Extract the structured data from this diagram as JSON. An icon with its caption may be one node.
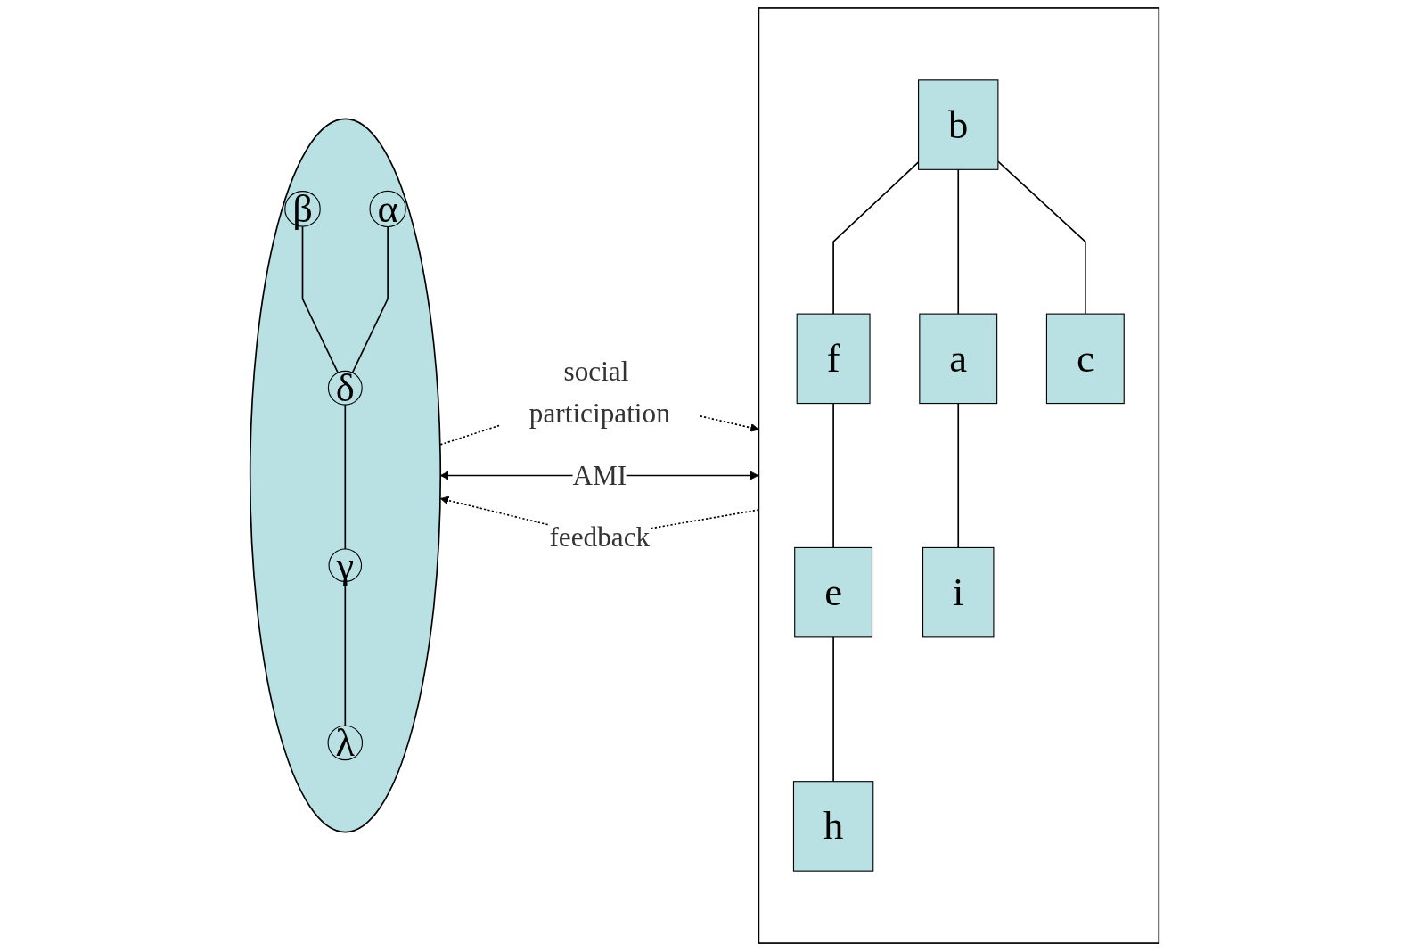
{
  "diagram": {
    "nodes": [
      {
        "text": [],
        "shape": "box"
      },
      {
        "text": [
          "b"
        ],
        "in": 0
      },
      {
        "text": [
          "f"
        ],
        "in": 0
      },
      {
        "text": [
          "e"
        ],
        "in": 0
      },
      {
        "text": [
          "a"
        ],
        "in": 0
      },
      {
        "text": [
          "c"
        ],
        "in": 0
      },
      {
        "text": [
          "h"
        ],
        "in": 0
      },
      {
        "text": [
          "i"
        ],
        "in": 0
      },
      {
        "text": [],
        "shape": "circle"
      },
      {
        "text": [
          "β"
        ],
        "in": 8
      },
      {
        "text": [
          "α"
        ],
        "in": 8
      },
      {
        "text": [
          "δ"
        ],
        "in": 8
      },
      {
        "text": [
          "γ"
        ],
        "in": 8
      },
      {
        "text": [
          "λ"
        ],
        "in": 8
      }
    ],
    "edges": [
      {
        "from": 1,
        "to": 2,
        "arrow": "none"
      },
      {
        "from": 1,
        "to": 4,
        "arrow": "none"
      },
      {
        "from": 1,
        "to": 5,
        "arrow": "none"
      },
      {
        "from": 2,
        "to": 3,
        "arrow": "none"
      },
      {
        "from": 4,
        "to": 7,
        "arrow": "none"
      },
      {
        "from": 3,
        "to": 6,
        "arrow": "none"
      },
      {
        "from": 9,
        "to": 11,
        "arrow": "none"
      },
      {
        "from": 10,
        "to": 11,
        "arrow": "none"
      },
      {
        "from": 11,
        "to": 12,
        "arrow": "none"
      },
      {
        "from": 12,
        "to": 13,
        "arrow": "none"
      },
      {
        "from": 0,
        "to": 8,
        "arrow": "both",
        "label": "AMI"
      },
      {
        "from": 0,
        "to": 8,
        "arrow": "to",
        "style": "dashed",
        "label": "feedback"
      },
      {
        "from": 8,
        "to": 0,
        "arrow": "to",
        "style": "dashed",
        "label": "social participation"
      }
    ]
  }
}
